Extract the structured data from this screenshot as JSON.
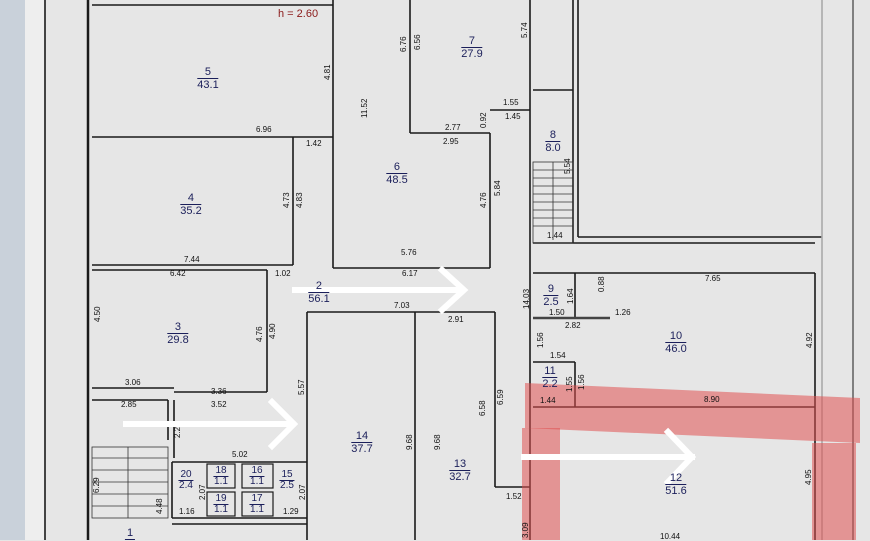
{
  "ceiling_height": "h = 2.60",
  "colors": {
    "highlight": "#e05050",
    "wall": "#1a1a1a",
    "room_label": "#1b1f5a",
    "height_label": "#8b1a1a",
    "arrow": "#ffffff"
  },
  "rooms": [
    {
      "num": "1",
      "area": ""
    },
    {
      "num": "2",
      "area": "56.1"
    },
    {
      "num": "3",
      "area": "29.8"
    },
    {
      "num": "4",
      "area": "35.2"
    },
    {
      "num": "5",
      "area": "43.1"
    },
    {
      "num": "6",
      "area": "48.5"
    },
    {
      "num": "7",
      "area": "27.9"
    },
    {
      "num": "8",
      "area": "8.0"
    },
    {
      "num": "9",
      "area": "2.5"
    },
    {
      "num": "10",
      "area": "46.0"
    },
    {
      "num": "11",
      "area": "2.2"
    },
    {
      "num": "12",
      "area": "51.6"
    },
    {
      "num": "13",
      "area": "32.7"
    },
    {
      "num": "14",
      "area": "37.7"
    },
    {
      "num": "15",
      "area": "2.5"
    },
    {
      "num": "16",
      "area": "1.1"
    },
    {
      "num": "17",
      "area": "1.1"
    },
    {
      "num": "18",
      "area": "1.1"
    },
    {
      "num": "19",
      "area": "1.1"
    },
    {
      "num": "20",
      "area": "2.4"
    }
  ],
  "dims": [
    "4.81",
    "6.96",
    "1.42",
    "11.52",
    "6.76",
    "6.56",
    "5.74",
    "1.55",
    "1.45",
    "0.92",
    "2.77",
    "2.95",
    "5.54",
    "1.44",
    "4.73",
    "4.83",
    "4.76",
    "5.84",
    "7.44",
    "5.76",
    "6.42",
    "1.02",
    "6.17",
    "7.03",
    "2.91",
    "4.50",
    "4.76",
    "4.90",
    "3.06",
    "3.36",
    "2.85",
    "3.52",
    "2.2",
    "5.57",
    "9.68",
    "9.68",
    "6.58",
    "6.59",
    "5.02",
    "1.52",
    "3.09",
    "7.65",
    "14.03",
    "1.64",
    "0.88",
    "1.50",
    "1.26",
    "2.82",
    "1.56",
    "4.92",
    "1.54",
    "1.55",
    "1.56",
    "1.44",
    "8.90",
    "4.95",
    "10.44",
    "6.29",
    "4.48",
    "1.16",
    "1.29",
    "2.07",
    "2.07"
  ]
}
